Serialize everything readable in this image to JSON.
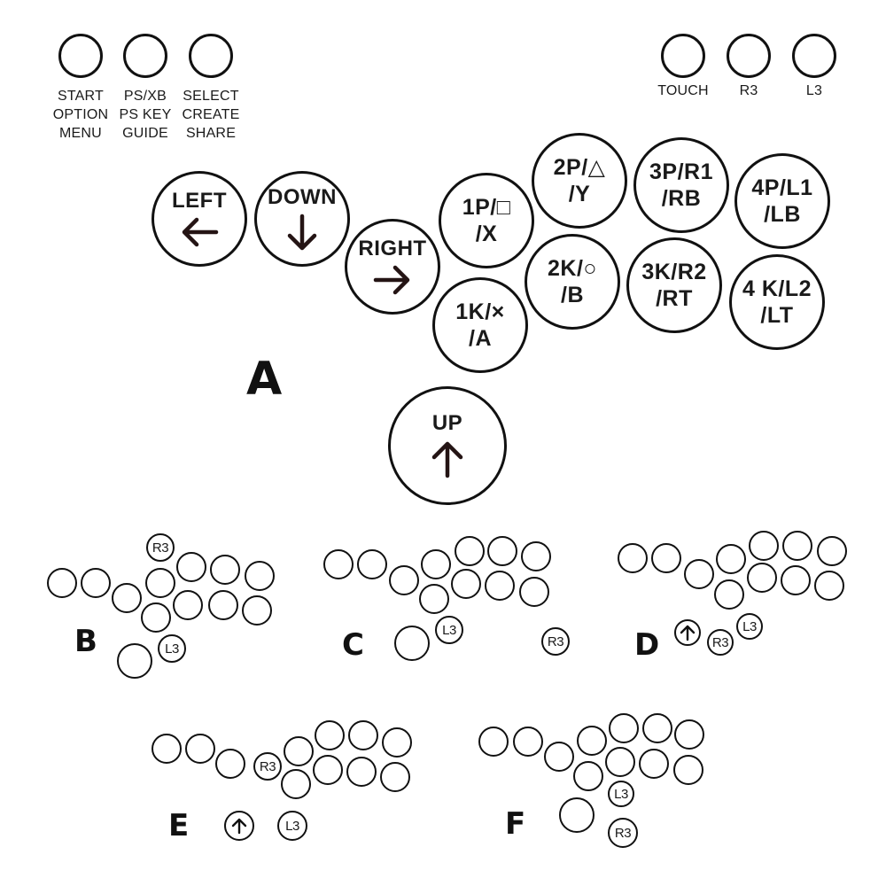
{
  "top_left_buttons": [
    {
      "lines": [
        "START",
        "OPTION",
        "MENU"
      ]
    },
    {
      "lines": [
        "PS/XB",
        "PS KEY",
        "GUIDE"
      ]
    },
    {
      "lines": [
        "SELECT",
        "CREATE",
        "SHARE"
      ]
    }
  ],
  "top_right_buttons": [
    {
      "label": "TOUCH"
    },
    {
      "label": "R3"
    },
    {
      "label": "L3"
    }
  ],
  "directions": {
    "left": "LEFT",
    "down": "DOWN",
    "right": "RIGHT",
    "up": "UP"
  },
  "action_buttons": {
    "1p": [
      "1P/□",
      "/X"
    ],
    "2p": [
      "2P/△",
      "/Y"
    ],
    "3p": [
      "3P/R1",
      "/RB"
    ],
    "4p": [
      "4P/L1",
      "/LB"
    ],
    "1k": [
      "1K/×",
      "/A"
    ],
    "2k": [
      "2K/○",
      "/B"
    ],
    "3k": [
      "3K/R2",
      "/RT"
    ],
    "4k": [
      "4 K/L2",
      "/LT"
    ]
  },
  "layouts": {
    "a": "A",
    "b": "B",
    "c": "C",
    "d": "D",
    "e": "E",
    "f": "F"
  },
  "small_labels": {
    "r3": "R3",
    "l3": "L3"
  }
}
